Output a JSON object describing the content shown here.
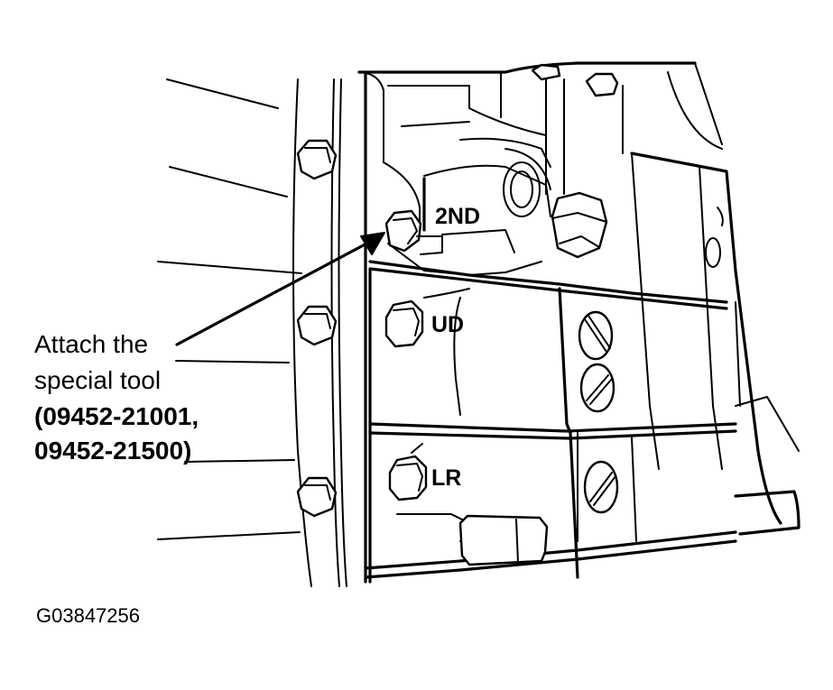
{
  "ports": {
    "second": "2ND",
    "underdrive": "UD",
    "low_reverse": "LR"
  },
  "callout": {
    "line1": "Attach the",
    "line2": "special tool",
    "line3": "(09452-21001,",
    "line4": "09452-21500)"
  },
  "figure_id": "G03847256"
}
